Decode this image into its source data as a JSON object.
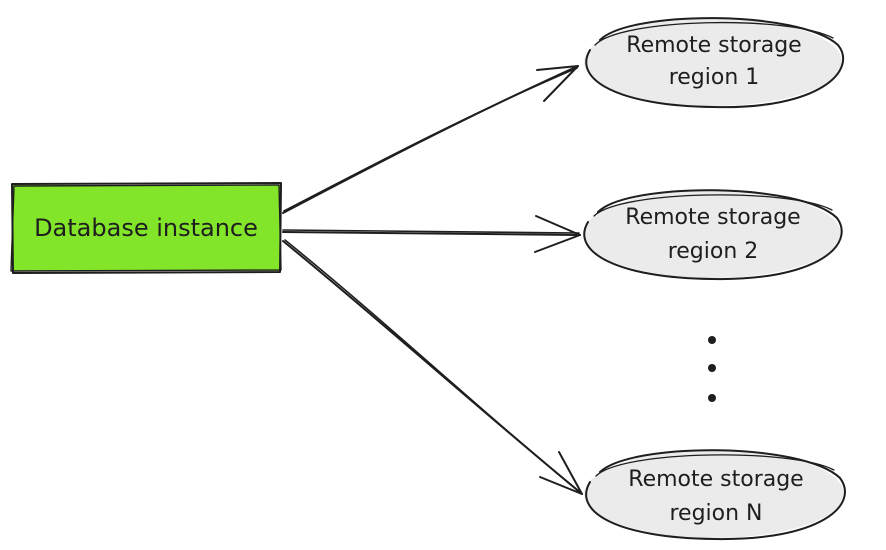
{
  "database": {
    "label": "Database instance"
  },
  "regions": [
    {
      "line1": "Remote storage",
      "line2": "region 1"
    },
    {
      "line1": "Remote storage",
      "line2": "region 2"
    },
    {
      "line1": "Remote storage",
      "line2": "region N"
    }
  ],
  "colors": {
    "database_fill": "#82e52a",
    "region_fill": "#ebebeb",
    "stroke": "#1e1e1e"
  },
  "icons": {
    "ellipsis": "vertical-dots"
  }
}
